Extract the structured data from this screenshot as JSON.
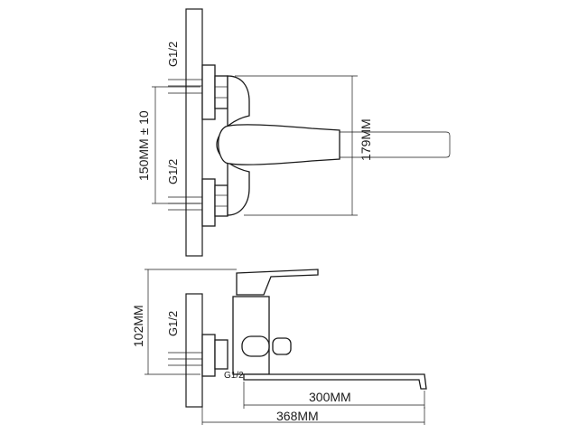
{
  "drawing": {
    "labels": {
      "thread_upper": "G1/2",
      "thread_lower": "G1/2",
      "thread_side": "G1/2",
      "thread_side_small": "G1/2",
      "center_distance": "150MM ± 10",
      "height_total": "179MM",
      "height_side": "102MM",
      "spout_length": "300MM",
      "total_length": "368MM"
    },
    "colors": {
      "line": "#1a1a1a",
      "wall_hatch": "#1a1a1a",
      "background": "#ffffff"
    }
  }
}
